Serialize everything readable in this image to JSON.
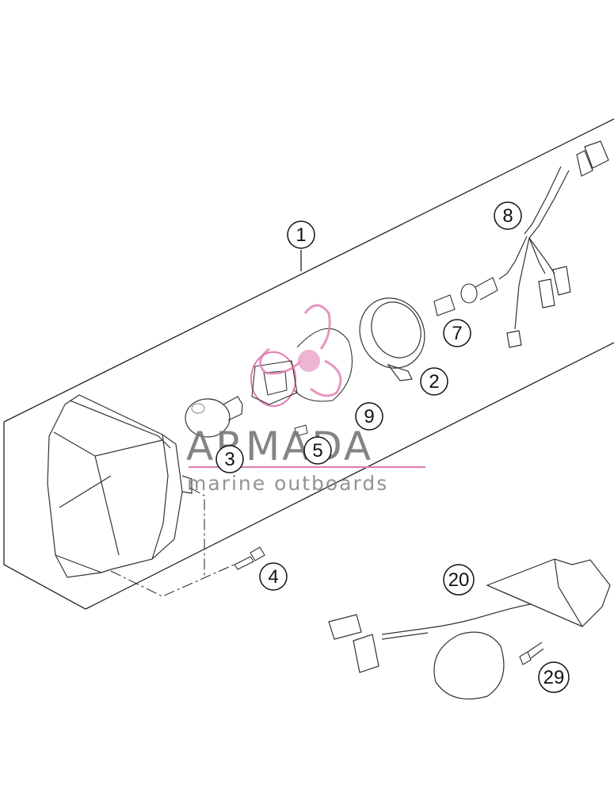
{
  "callouts": [
    {
      "id": "part-1",
      "label": "1"
    },
    {
      "id": "part-2",
      "label": "2"
    },
    {
      "id": "part-3",
      "label": "3"
    },
    {
      "id": "part-4",
      "label": "4"
    },
    {
      "id": "part-5",
      "label": "5"
    },
    {
      "id": "part-7",
      "label": "7"
    },
    {
      "id": "part-8",
      "label": "8"
    },
    {
      "id": "part-9",
      "label": "9"
    },
    {
      "id": "part-20",
      "label": "20"
    },
    {
      "id": "part-29",
      "label": "29"
    }
  ],
  "watermark": {
    "title": "ARMADA",
    "subtitle": "marine outboards",
    "logo_color": "#e07bb0",
    "text_color": "#777777"
  }
}
